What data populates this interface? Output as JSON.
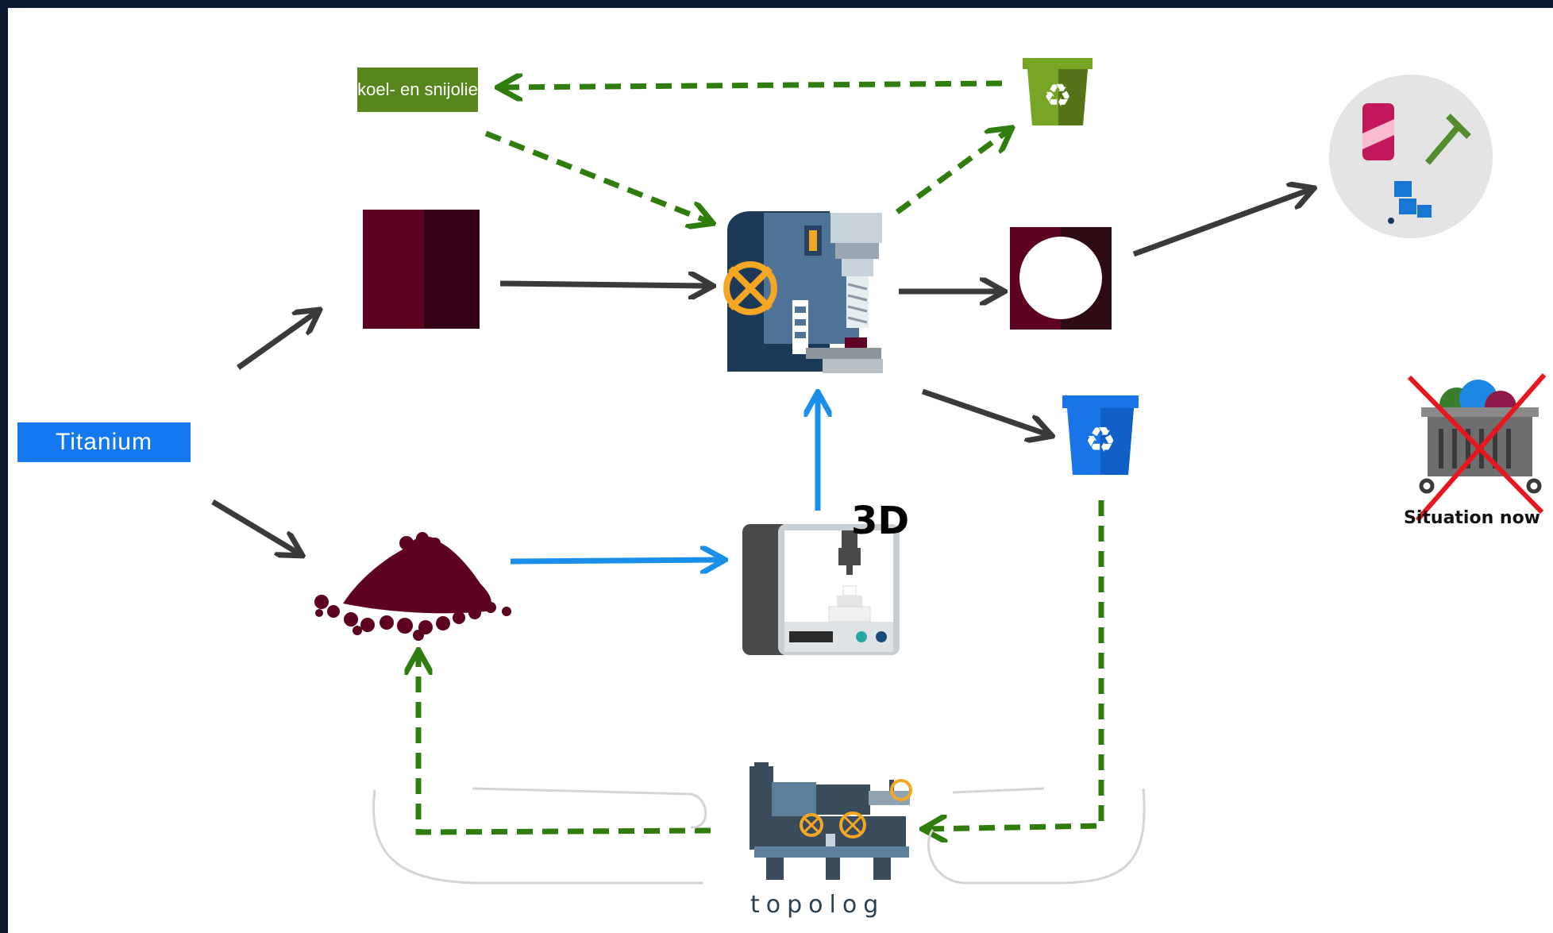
{
  "labels": {
    "titanium": "Titanium",
    "cutting_oil": "koel- en snijolie",
    "printer_3d": "3D",
    "situation_now": "Situation now",
    "logo": "topolog"
  },
  "colors": {
    "titanium_box": "#1478f0",
    "oil_box": "#56861c",
    "material": "#5e0224",
    "material_dark": "#330016",
    "recycle_green": "#77a624",
    "recycle_blue": "#1974e8",
    "arrow_dark": "#3a3a3a",
    "arrow_green": "#2f7d0c",
    "arrow_blue": "#1a8fea",
    "cross_red": "#e8171e",
    "border": "#0c1a30"
  },
  "icons": [
    "titanium-block-icon",
    "titanium-powder-icon",
    "milling-machine-icon",
    "printer-3d-icon",
    "machined-part-icon",
    "green-recycle-bin-icon",
    "blue-recycle-bin-icon",
    "products-circle-icon",
    "dumpster-crossed-icon",
    "lathe-machine-icon"
  ]
}
